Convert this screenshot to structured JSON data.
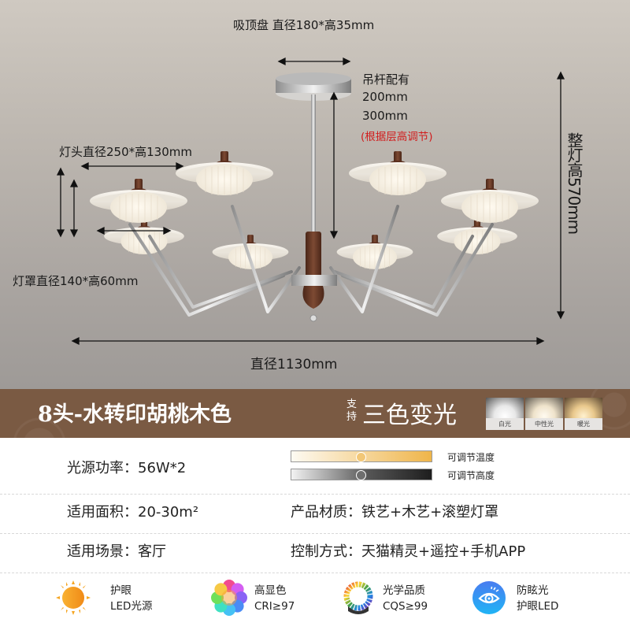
{
  "hero": {
    "dimensions": {
      "ceiling_plate": "吸顶盘 直径180*高35mm",
      "rod_title": "吊杆配有",
      "rod_option_1": "200mm",
      "rod_option_2": "300mm",
      "rod_note": "(根据层高调节)",
      "lamp_head": "灯头直径250*高130mm",
      "lamp_shade": "灯罩直径140*高60mm",
      "overall_height_prefix": "整灯高",
      "overall_height_value": "570mm",
      "diameter": "直径1130mm"
    },
    "colors": {
      "background_top": "#cfc9c1",
      "background_bottom": "#9e9a97",
      "chrome": "#c8c8c8",
      "walnut": "#6b3a26",
      "shade": "#f3efe6",
      "note_red": "#d11d1d"
    }
  },
  "banner": {
    "title": "8头-水转印胡桃木色",
    "support_label": "支持",
    "tricolor_label": "三色变光",
    "background": "#7a5a43",
    "swatches": [
      {
        "label": "白光",
        "glow": "#ffffff"
      },
      {
        "label": "中性光",
        "glow": "#fbf1dc"
      },
      {
        "label": "暖光",
        "glow": "#f6d79a"
      }
    ]
  },
  "specs": {
    "power_label": "光源功率：",
    "power_value": "56W*2",
    "area_label": "适用面积：",
    "area_value": "20-30m²",
    "scene_label": "适用场景：",
    "scene_value": "客厅",
    "material_label": "产品材质：",
    "material_value": "铁艺+木艺+滚塑灯罩",
    "control_label": "控制方式：",
    "control_value": "天猫精灵+遥控+手机APP",
    "sliders": [
      {
        "label": "可调节温度",
        "from": "#fdfaf2",
        "to": "#efb54a",
        "knob": "#f2c777"
      },
      {
        "label": "可调节高度",
        "from": "#f2f2f2",
        "to": "#1e1e1e",
        "knob": "#6e6e6e"
      }
    ]
  },
  "features": [
    {
      "icon": "sun-icon",
      "text": "护眼\nLED光源"
    },
    {
      "icon": "color-flower-icon",
      "text": "高显色\nCRI≥97"
    },
    {
      "icon": "cqs-ring-icon",
      "text": "光学品质\nCQS≥99"
    },
    {
      "icon": "eye-icon",
      "text": "防眩光\n护眼LED"
    }
  ]
}
